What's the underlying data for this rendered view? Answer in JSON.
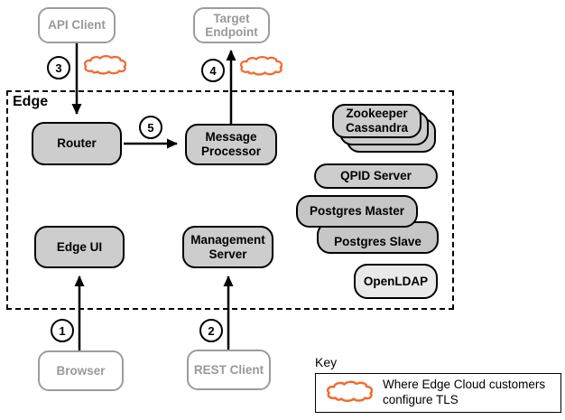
{
  "region": {
    "label": "Edge"
  },
  "nodes": {
    "api_client": {
      "label": "API Client"
    },
    "target_endpoint": {
      "label": "Target Endpoint"
    },
    "router": {
      "label": "Router"
    },
    "message_processor": {
      "label": "Message Processor"
    },
    "zookeeper_stack": {
      "line1": "Zookeeper",
      "line2": "Cassandra"
    },
    "qpid_server": {
      "label": "QPID Server"
    },
    "postgres_master": {
      "label": "Postgres Master"
    },
    "postgres_slave": {
      "label": "Postgres Slave"
    },
    "openldap": {
      "label": "OpenLDAP"
    },
    "edge_ui": {
      "label": "Edge UI"
    },
    "management_server": {
      "label": "Management Server"
    },
    "browser": {
      "label": "Browser"
    },
    "rest_client": {
      "label": "REST Client"
    }
  },
  "steps": {
    "s1": "1",
    "s2": "2",
    "s3": "3",
    "s4": "4",
    "s5": "5"
  },
  "key": {
    "label": "Key",
    "description": "Where Edge Cloud customers configure TLS"
  },
  "colors": {
    "tls_cloud": "#f26b2e",
    "internal_node_fill": "#cdcdcd",
    "postgres_fill": "#c6c6c6",
    "openldap_fill": "#e9e9e9",
    "external_node_border": "#999999",
    "arrow": "#000000"
  }
}
